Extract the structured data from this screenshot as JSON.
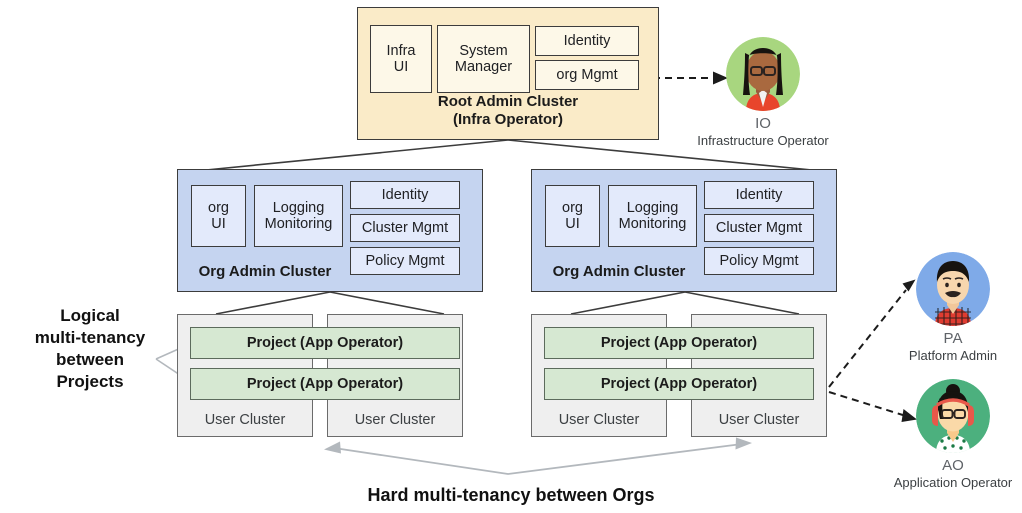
{
  "diagram": {
    "title": "Multi-tenancy cluster architecture",
    "colors": {
      "root_fill": "#FAEBC8",
      "root_chip_fill": "#FDF8E8",
      "org_fill": "#C5D4F0",
      "org_chip_fill": "#E3EAFB",
      "user_cluster_fill": "#EFEFEF",
      "project_fill": "#D6E8D2",
      "stroke": "#3c3c3c",
      "soft_stroke": "#b3b8bd",
      "io_avatar_bg": "#A8D67F",
      "pa_avatar_bg": "#7FAAE8",
      "ao_avatar_bg": "#4CB07E"
    }
  },
  "root_cluster": {
    "title_line1": "Root Admin Cluster",
    "title_line2": "(Infra Operator)",
    "components": [
      {
        "label_line1": "Infra",
        "label_line2": "UI"
      },
      {
        "label_line1": "System",
        "label_line2": "Manager"
      },
      {
        "label_line1": "Identity",
        "label_line2": ""
      },
      {
        "label_line1": "org Mgmt",
        "label_line2": ""
      }
    ]
  },
  "org_clusters": [
    {
      "title": "Org Admin Cluster",
      "components": [
        {
          "label_line1": "org",
          "label_line2": "UI"
        },
        {
          "label_line1": "Logging",
          "label_line2": "Monitoring"
        },
        {
          "label_line1": "Identity",
          "label_line2": ""
        },
        {
          "label_line1": "Cluster Mgmt",
          "label_line2": ""
        },
        {
          "label_line1": "Policy Mgmt",
          "label_line2": ""
        }
      ],
      "projects": [
        "Project (App Operator)",
        "Project (App Operator)"
      ],
      "user_clusters": [
        "User Cluster",
        "User Cluster"
      ]
    },
    {
      "title": "Org Admin Cluster",
      "components": [
        {
          "label_line1": "org",
          "label_line2": "UI"
        },
        {
          "label_line1": "Logging",
          "label_line2": "Monitoring"
        },
        {
          "label_line1": "Identity",
          "label_line2": ""
        },
        {
          "label_line1": "Cluster Mgmt",
          "label_line2": ""
        },
        {
          "label_line1": "Policy Mgmt",
          "label_line2": ""
        }
      ],
      "projects": [
        "Project (App Operator)",
        "Project  (App Operator)"
      ],
      "user_clusters": [
        "User Cluster",
        "User Cluster"
      ]
    }
  ],
  "annotations": {
    "left_label": "Logical\nmulti-tenancy\nbetween\nProjects",
    "left_label_lines": [
      "Logical",
      "multi-tenancy",
      "between",
      "Projects"
    ],
    "bottom_label": "Hard multi-tenancy between Orgs"
  },
  "personas": [
    {
      "abbr": "IO",
      "role": "Infrastructure Operator",
      "avatar": "woman-glasses-avatar-icon"
    },
    {
      "abbr": "PA",
      "role": "Platform Admin",
      "avatar": "man-mustache-avatar-icon"
    },
    {
      "abbr": "AO",
      "role": "Application Operator",
      "avatar": "woman-headphones-avatar-icon"
    }
  ]
}
